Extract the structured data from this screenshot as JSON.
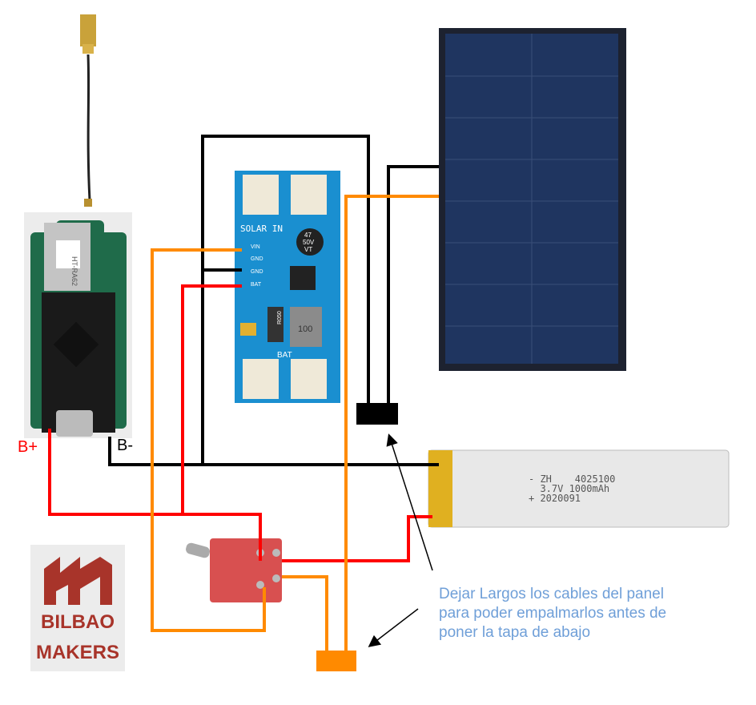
{
  "labels": {
    "b_plus": "B+",
    "b_minus": "B-"
  },
  "note": {
    "line1": "Dejar Largos los cables del panel",
    "line2": "para poder empalmarlos antes de",
    "line3": "poner la tapa de abajo"
  },
  "charger_module": {
    "title": "SOLAR IN",
    "pins": [
      "VIN",
      "GND",
      "GND",
      "BAT"
    ],
    "capacitor": [
      "47",
      "50V",
      "VT"
    ],
    "resistor": "R050",
    "inductor": "100",
    "bottom_label": "BAT"
  },
  "esp_board": {
    "module_label": "HT-RA62"
  },
  "battery": {
    "line1": "- ZH    4025100",
    "line2": "  3.7V 1000mAh",
    "line3": "+ 2020091"
  },
  "logo": {
    "line1": "BILBAO",
    "line2": "MAKERS"
  },
  "colors": {
    "positive_wire": "#ff0000",
    "negative_wire": "#000000",
    "solar_wire": "#ff8a00",
    "note_text": "#6f9fd8",
    "module_blue": "#1a8fd0",
    "logo_red": "#a8342a"
  }
}
